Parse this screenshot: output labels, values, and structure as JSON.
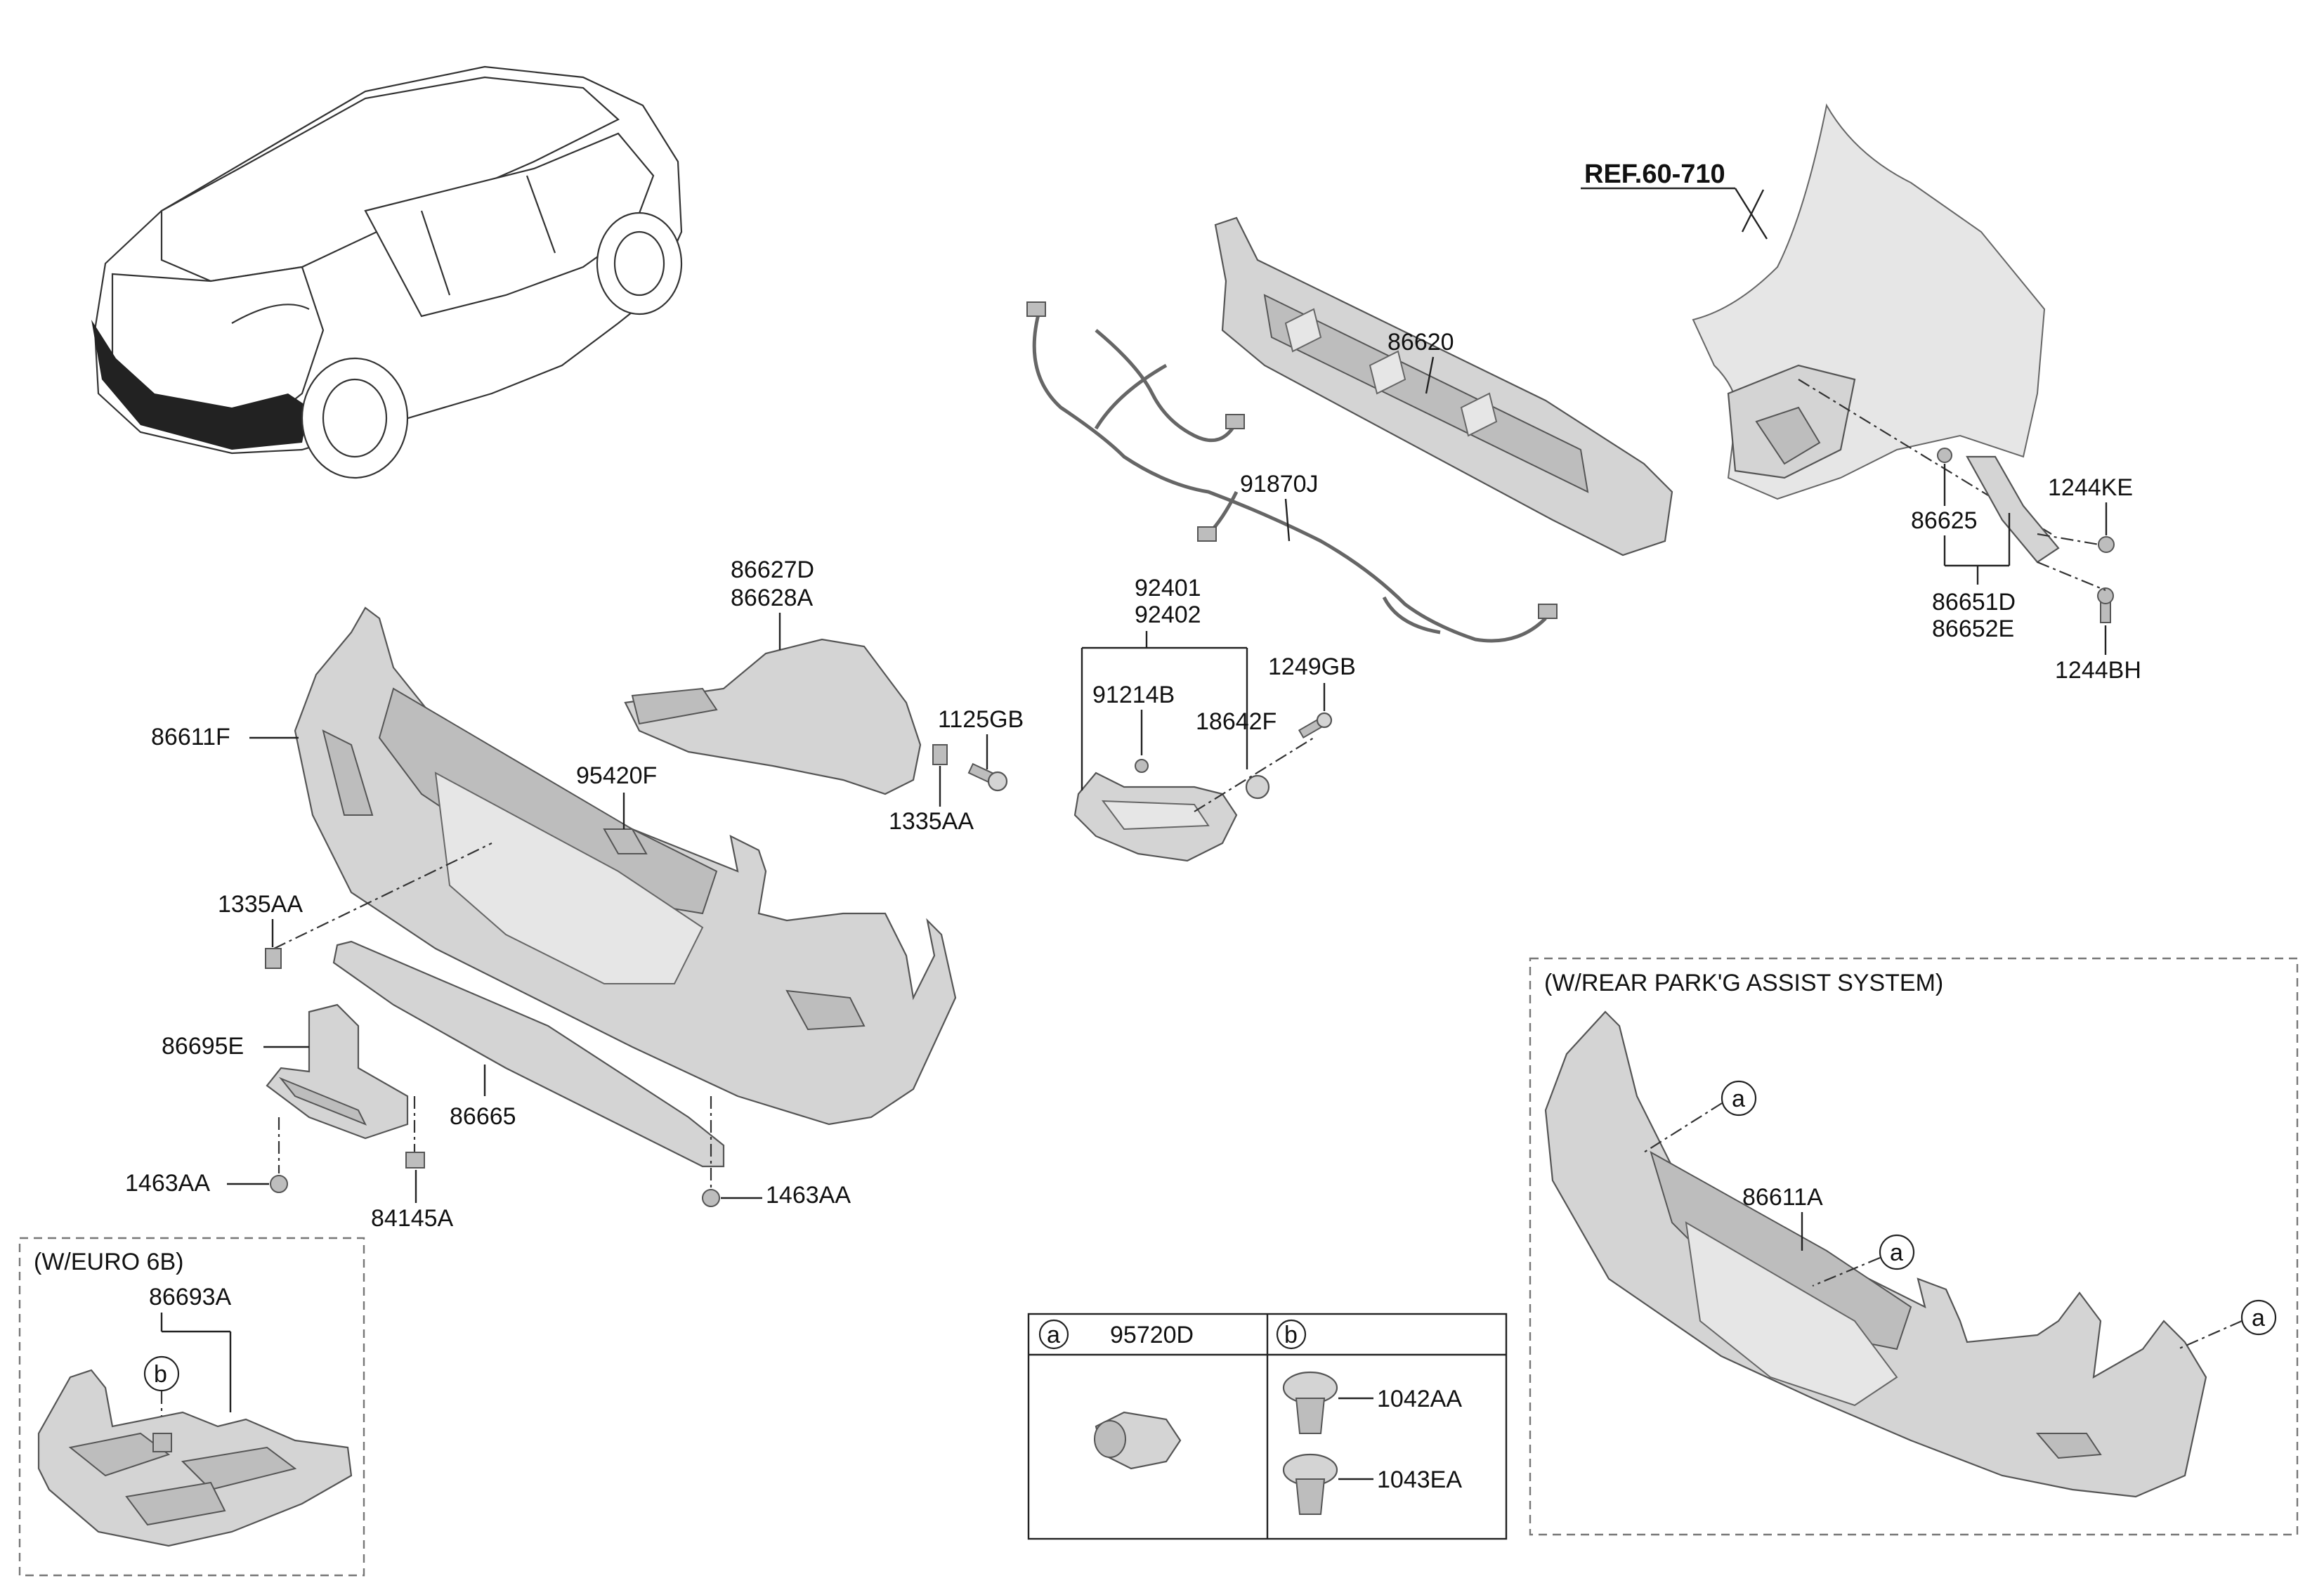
{
  "reference": "REF.60-710",
  "labels": {
    "p86620": "86620",
    "p91870J": "91870J",
    "p86627D": "86627D",
    "p86628A": "86628A",
    "p92401": "92401",
    "p92402": "92402",
    "p91214B": "91214B",
    "p18642F": "18642F",
    "p1249GB": "1249GB",
    "p1125GB": "1125GB",
    "p1335AA_top": "1335AA",
    "p86611F": "86611F",
    "p95420F": "95420F",
    "p1335AA_left": "1335AA",
    "p86695E": "86695E",
    "p86665": "86665",
    "p1463AA_left": "1463AA",
    "p84145A": "84145A",
    "p1463AA_right": "1463AA",
    "p86625": "86625",
    "p1244KE": "1244KE",
    "p86651D": "86651D",
    "p86652E": "86652E",
    "p1244BH": "1244BH"
  },
  "euro_box": {
    "title": "(W/EURO 6B)",
    "part": "86693A",
    "callout": "b"
  },
  "park_box": {
    "title": "(W/REAR PARK'G ASSIST SYSTEM)",
    "part": "86611A",
    "callout": "a"
  },
  "legend": {
    "a_key": "a",
    "a_part": "95720D",
    "b_key": "b",
    "b_part1": "1042AA",
    "b_part2": "1043EA"
  }
}
